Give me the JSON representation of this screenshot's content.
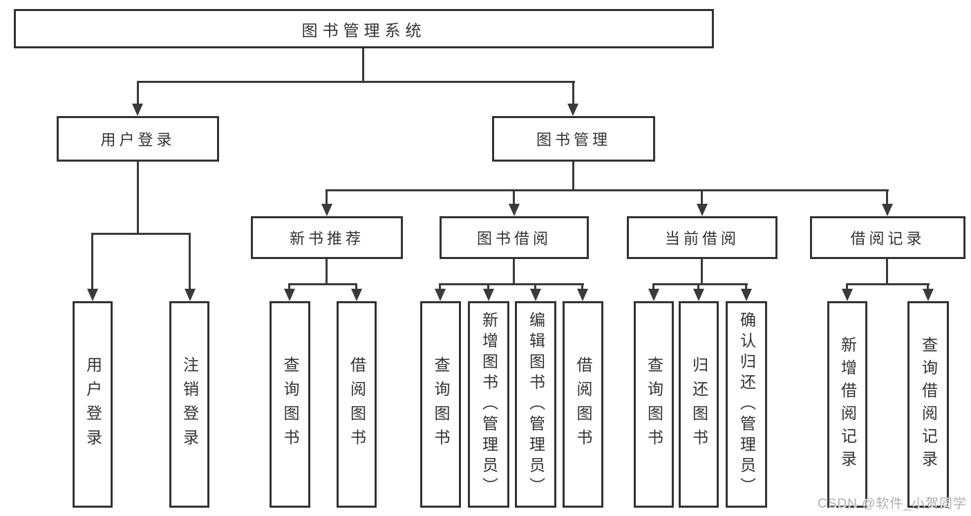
{
  "diagram": {
    "root": {
      "label": "图书管理系统"
    },
    "branches": {
      "user_login": {
        "label": "用户登录",
        "children": [
          "用户登录",
          "注销登录"
        ]
      },
      "book_mgmt": {
        "label": "图书管理",
        "sections": [
          {
            "label": "新书推荐",
            "children": [
              "查询图书",
              "借阅图书"
            ]
          },
          {
            "label": "图书借阅",
            "children": [
              "查询图书",
              "新增图书（管理员）",
              "编辑图书（管理员）",
              "借阅图书"
            ]
          },
          {
            "label": "当前借阅",
            "children": [
              "查询图书",
              "归还图书",
              "确认归还（管理员）"
            ]
          },
          {
            "label": "借阅记录",
            "children": [
              "新增借阅记录",
              "查询借阅记录"
            ]
          }
        ]
      }
    },
    "colors": {
      "line": "#3a3a3a",
      "text": "#333333",
      "background": "#ffffff",
      "watermark_text": "#b0b0b0"
    }
  },
  "watermark": "CSDN @软件_小贺同学"
}
